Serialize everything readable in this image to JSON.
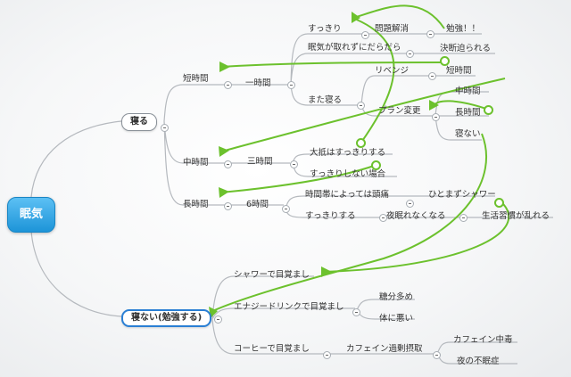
{
  "root": "眠気",
  "topics": {
    "sleep": "寝る",
    "no_sleep": "寝ない(勉強する)"
  },
  "sleep_branch": {
    "short": "短時間",
    "mid": "中時間",
    "long": "長時間",
    "one_hour": "一時間",
    "three_hours": "三時間",
    "six_hours": "6時間",
    "refreshed": "すっきり",
    "drowsy": "眠気が取れずにだらだら",
    "sleep_again": "また寝る",
    "problem_solved": "問題解消",
    "study": "勉強！！",
    "decision": "決断迫られる",
    "revenge": "リベンジ",
    "plan_change": "プラン変更",
    "revenge_short": "短時間",
    "pc_mid": "中時間",
    "pc_long": "長時間",
    "pc_nosleep": "寝ない",
    "mostly_refreshed": "大抵はすっきりする",
    "not_refreshed": "すっきりしない場合",
    "sometimes_headache": "時間帯によっては頭痛",
    "shower_first": "ひとまずシャワー",
    "refreshed2": "すっきりする",
    "cant_sleep_night": "夜眠れなくなる",
    "rhythm_broken": "生活習慣が乱れる"
  },
  "nosleep_branch": {
    "shower": "シャワーで目覚まし",
    "energy": "エナジードリンクで目覚まし",
    "sugar": "糖分多め",
    "bad_body": "体に悪い",
    "coffee": "コーヒーで目覚まし",
    "caffeine_over": "カフェイン過剰摂取",
    "caffeine_addict": "カフェイン中毒",
    "insomnia": "夜の不眠症"
  },
  "colors": {
    "root_fill": "#2ba3e6",
    "connector": "#b4b8bd",
    "relationship": "#6cc12d",
    "selection": "#2a7fd4"
  }
}
